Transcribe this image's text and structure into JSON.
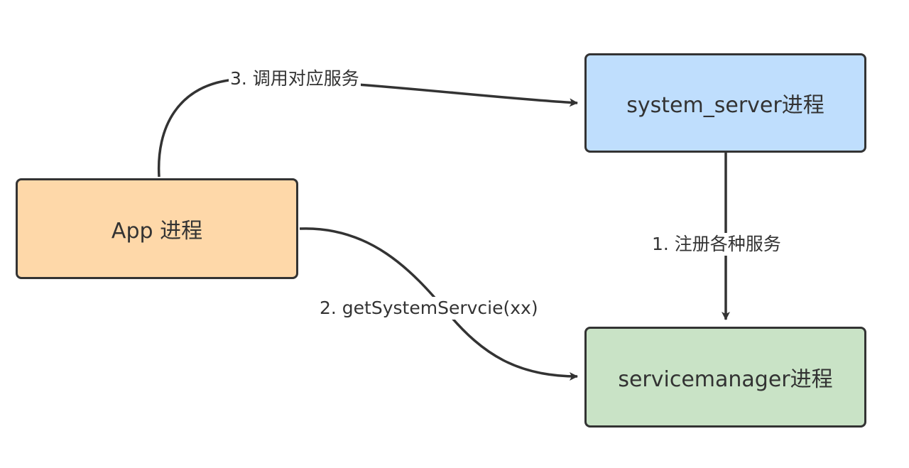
{
  "diagram": {
    "nodes": {
      "app": {
        "label": "App 进程",
        "fill": "#fed8a9"
      },
      "system_server": {
        "label": "system_server进程",
        "fill": "#bfdefd"
      },
      "servicemanager": {
        "label": "servicemanager进程",
        "fill": "#c9e3c6"
      }
    },
    "edges": {
      "register": {
        "label": "1. 注册各种服务",
        "from": "system_server",
        "to": "servicemanager"
      },
      "get_service": {
        "label": "2. getSystemServcie(xx)",
        "from": "app",
        "to": "servicemanager"
      },
      "call_service": {
        "label": "3. 调用对应服务",
        "from": "app",
        "to": "system_server"
      }
    },
    "colors": {
      "stroke": "#333333",
      "text": "#333333",
      "background": "#ffffff"
    }
  }
}
